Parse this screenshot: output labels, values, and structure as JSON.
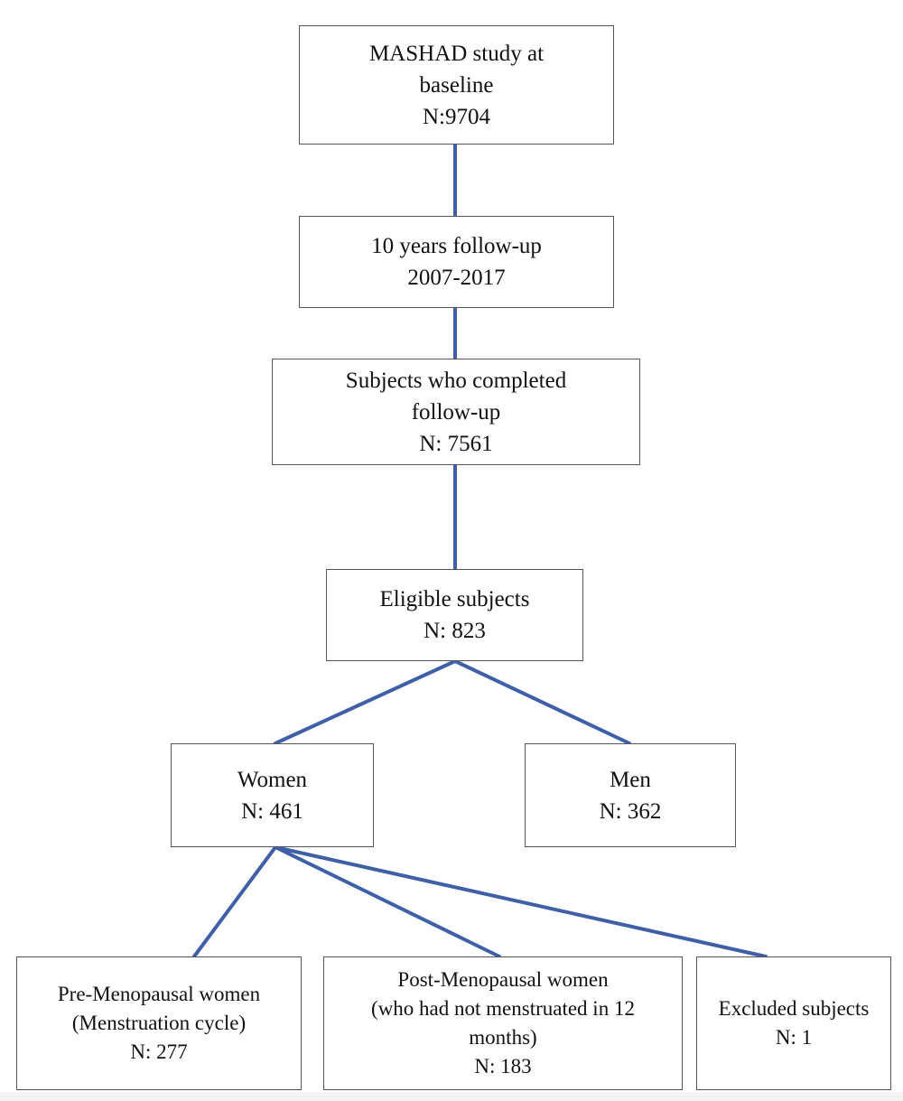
{
  "flowchart": {
    "baseline": {
      "title": "MASHAD study at",
      "subtitle": "baseline",
      "count": "N:9704"
    },
    "followup": {
      "title": "10 years follow-up",
      "period": "2007-2017"
    },
    "completed": {
      "title": "Subjects who completed",
      "subtitle": "follow-up",
      "count": "N: 7561"
    },
    "eligible": {
      "title": "Eligible subjects",
      "count": "N: 823"
    },
    "women": {
      "title": "Women",
      "count": "N: 461"
    },
    "men": {
      "title": "Men",
      "count": "N: 362"
    },
    "premenopausal": {
      "title": "Pre-Menopausal women",
      "subtitle": "(Menstruation cycle)",
      "count": "N: 277"
    },
    "postmenopausal": {
      "title": "Post-Menopausal women",
      "subtitle_1": "(who had not menstruated in 12",
      "subtitle_2": "months)",
      "count": "N: 183"
    },
    "excluded": {
      "title": "Excluded subjects",
      "count": "N: 1"
    }
  },
  "colors": {
    "connector": "#3f5fa8",
    "box_border": "#555555",
    "text": "#111111"
  }
}
